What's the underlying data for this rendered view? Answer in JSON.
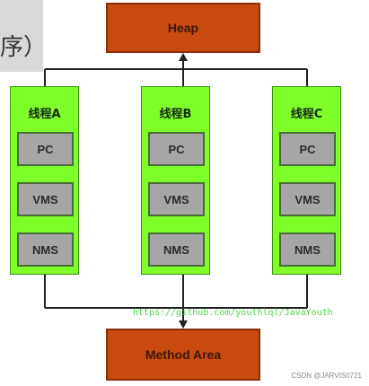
{
  "corner": {
    "text": "序）"
  },
  "heap": {
    "label": "Heap"
  },
  "method_area": {
    "label": "Method Area"
  },
  "threads": [
    {
      "label": "线程A",
      "cells": [
        "PC",
        "VMS",
        "NMS"
      ]
    },
    {
      "label": "线程B",
      "cells": [
        "PC",
        "VMS",
        "NMS"
      ]
    },
    {
      "label": "线程C",
      "cells": [
        "PC",
        "VMS",
        "NMS"
      ]
    }
  ],
  "watermark": {
    "text": "https://github.com/youthlql/JavaYouth"
  },
  "credit": {
    "text": "CSDN @JARVIS0721"
  },
  "colors": {
    "heap_fill": "#c84a10",
    "thread_fill": "#7fff2a",
    "cell_fill": "#a6a6a6",
    "line": "#222222"
  }
}
